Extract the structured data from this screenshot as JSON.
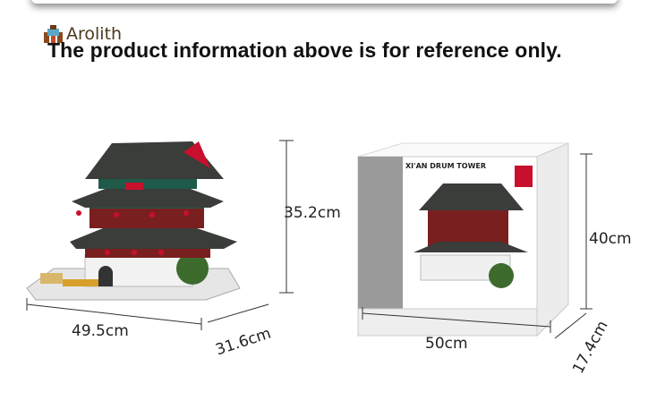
{
  "brand": {
    "name": "Arolith"
  },
  "headline": "The product information above is for reference only.",
  "model": {
    "dimensions": {
      "height": "35.2cm",
      "length": "49.5cm",
      "depth": "31.6cm"
    }
  },
  "box": {
    "title": "XI'AN DRUM TOWER",
    "dimensions": {
      "height": "40cm",
      "length": "50cm",
      "depth": "17.4cm"
    }
  },
  "colors": {
    "roof": "#3a3d3a",
    "wood": "#7a1f1f",
    "accent": "#c8102e",
    "base": "#e8e8e8"
  }
}
